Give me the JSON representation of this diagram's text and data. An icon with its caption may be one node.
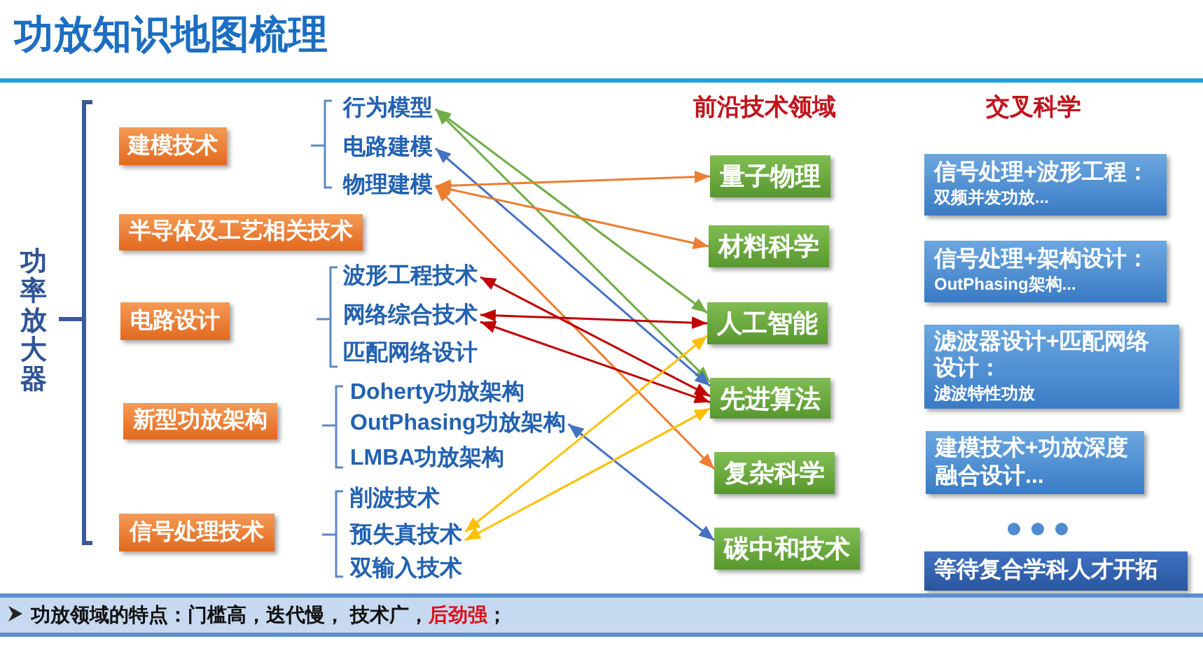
{
  "diagram": {
    "title": "功放知识地图梳理",
    "nodes": [
      {
        "text": [
          "建模技术"
        ]
      },
      {
        "text": [
          "行为模型"
        ]
      },
      {
        "text": [
          "电路建模"
        ]
      },
      {
        "text": [
          "物理建模"
        ]
      },
      {
        "text": [
          "半导体及工艺相关技术"
        ]
      },
      {
        "text": [
          "电路设计"
        ]
      },
      {
        "text": [
          "波形工程技术"
        ]
      },
      {
        "text": [
          "网络综合技术"
        ]
      },
      {
        "text": [
          "新型功放架构"
        ]
      },
      {
        "text": [
          "OutPhasing功放架构"
        ]
      },
      {
        "text": [
          "信号处理技术"
        ]
      },
      {
        "text": [
          "预失真技术"
        ]
      },
      {
        "text": [
          "量子物理"
        ]
      },
      {
        "text": [
          "材料科学"
        ]
      },
      {
        "text": [
          "人工智能"
        ]
      },
      {
        "text": [
          "先进算法"
        ]
      },
      {
        "text": [
          "复杂科学"
        ]
      },
      {
        "text": [
          "碳中和技术"
        ]
      },
      {
        "text": [
          "信号处理+波形工程：",
          "双频并发功放..."
        ]
      },
      {
        "text": [
          "信号处理+架构设计：",
          "OutPhasing架构..."
        ]
      },
      {
        "text": [
          "滤波器设计+匹配网络设计：",
          "滤波特性功放"
        ]
      },
      {
        "text": [
          "建模技术+功放深度融合设计..."
        ]
      },
      {
        "text": [
          "等待复合学科人才开拓"
        ]
      }
    ],
    "edges": [
      {
        "from": 1,
        "to": 14,
        "arrow": "both",
        "color": "#70ad47"
      },
      {
        "from": 1,
        "to": 15,
        "arrow": "both",
        "color": "#70ad47"
      },
      {
        "from": 2,
        "to": 15,
        "arrow": "both",
        "color": "#4472c4"
      },
      {
        "from": 3,
        "to": 12,
        "arrow": "both",
        "color": "#ed7d31"
      },
      {
        "from": 3,
        "to": 13,
        "arrow": "both",
        "color": "#ed7d31"
      },
      {
        "from": 3,
        "to": 16,
        "arrow": "both",
        "color": "#ed7d31"
      },
      {
        "from": 6,
        "to": 15,
        "arrow": "both",
        "color": "#c00000"
      },
      {
        "from": 7,
        "to": 14,
        "arrow": "both",
        "color": "#c00000"
      },
      {
        "from": 7,
        "to": 15,
        "arrow": "both",
        "color": "#c00000"
      },
      {
        "from": 9,
        "to": 17,
        "arrow": "both",
        "color": "#4472c4"
      },
      {
        "from": 11,
        "to": 14,
        "arrow": "both",
        "color": "#ffc000"
      },
      {
        "from": 11,
        "to": 15,
        "arrow": "both",
        "color": "#ffc000"
      }
    ],
    "labels": [
      "前沿技术领域",
      "交叉科学",
      "功率放大器",
      "匹配网络设计",
      "Doherty功放架构",
      "LMBA功放架构",
      "削波技术",
      "双输入技术",
      "功放领域的特点：门槛高，迭代慢， 技术广，**后劲强**；"
    ]
  }
}
